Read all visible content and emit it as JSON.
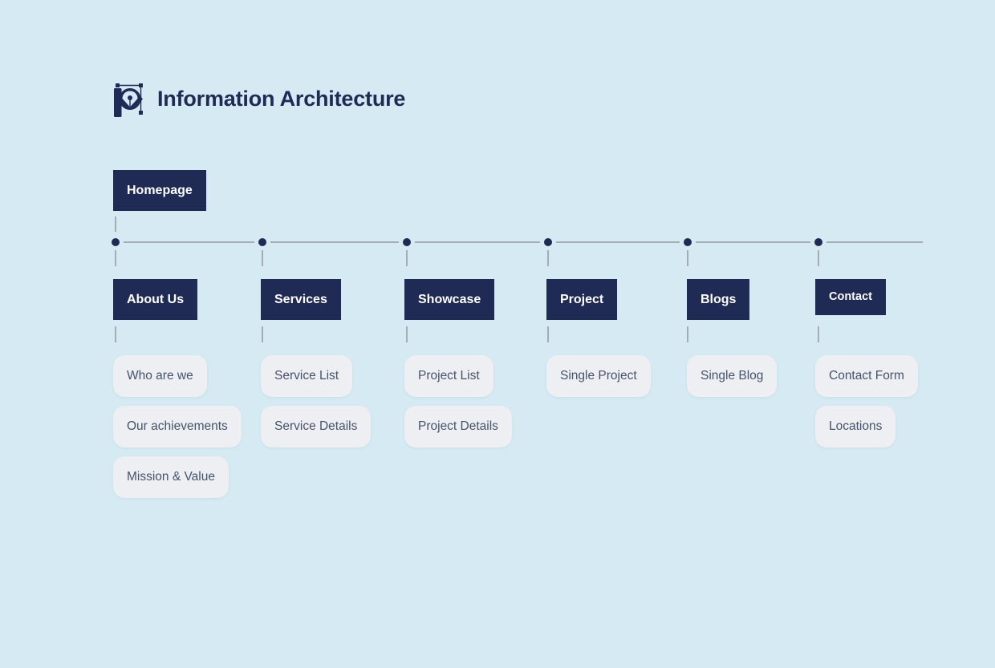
{
  "header": {
    "title": "Information Architecture",
    "logo_icon": "pen-tool-logo"
  },
  "colors": {
    "background": "#d5eaf2",
    "node_fill": "#1f2a55",
    "node_text": "#ffffff",
    "child_fill": "#edeff2",
    "child_text": "#47536b",
    "connector": "#a4adb6"
  },
  "tree": {
    "root": {
      "label": "Homepage"
    },
    "sections": [
      {
        "label": "About Us",
        "children": [
          "Who are we",
          "Our achievements",
          "Mission & Value"
        ]
      },
      {
        "label": "Services",
        "children": [
          "Service List",
          "Service Details"
        ]
      },
      {
        "label": "Showcase",
        "children": [
          "Project List",
          "Project Details"
        ]
      },
      {
        "label": "Project",
        "children": [
          "Single Project"
        ]
      },
      {
        "label": "Blogs",
        "children": [
          "Single Blog"
        ]
      },
      {
        "label": "Contact",
        "children": [
          "Contact Form",
          "Locations"
        ]
      }
    ]
  }
}
